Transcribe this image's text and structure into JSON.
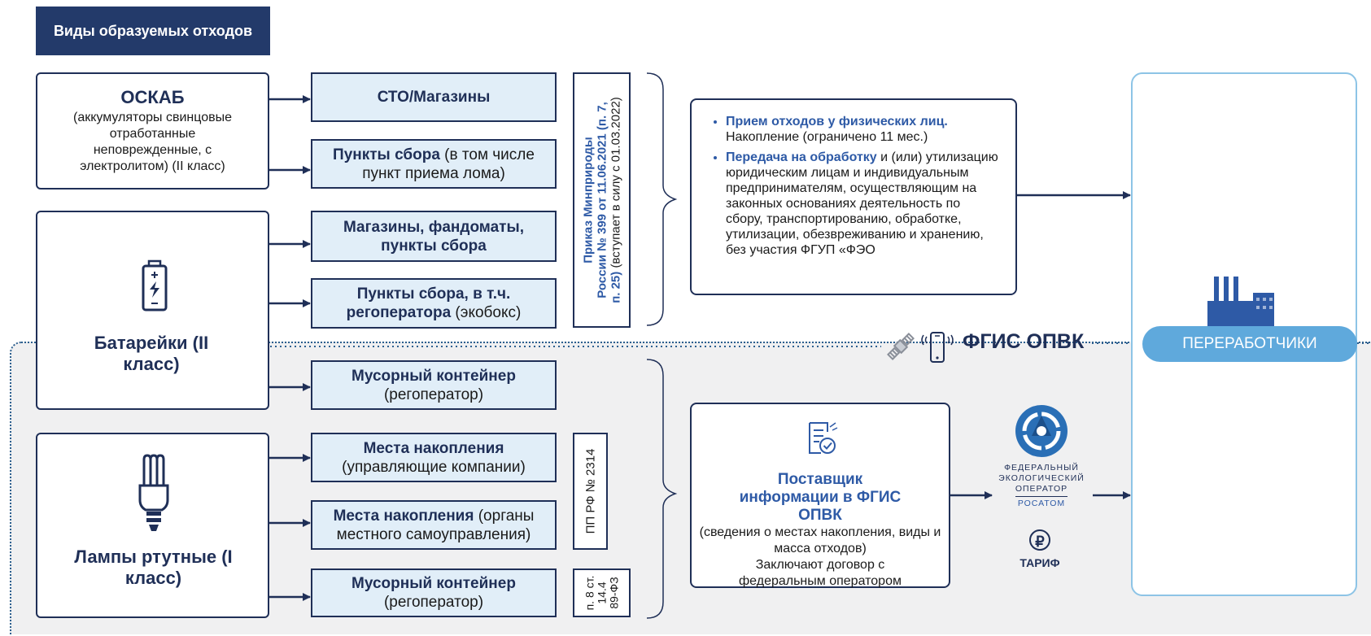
{
  "header": {
    "title": "Виды образуемых отходов"
  },
  "categories": [
    {
      "title": "ОСКАБ",
      "subtitle": "(аккумуляторы свинцовые отработанные неповрежденные, с электролитом) (II класс)"
    },
    {
      "title": "Батарейки (II класс)",
      "icon": "battery-icon"
    },
    {
      "title": "Лампы ртутные (I класс)",
      "icon": "lamp-icon"
    }
  ],
  "destinations": [
    {
      "bold": "СТО/Магазины",
      "normal": ""
    },
    {
      "bold": "Пункты сбора",
      "normal": " (в том числе пункт приема лома)"
    },
    {
      "bold": "Магазины, фандоматы, пункты сбора",
      "normal": ""
    },
    {
      "bold": "Пункты сбора, в т.ч. регоператора",
      "normal": " (экобокс)"
    },
    {
      "bold": "Мусорный контейнер",
      "normal": "(регоператор)"
    },
    {
      "bold": "Места накопления",
      "normal": "(управляющие компании)"
    },
    {
      "bold": "Места накопления",
      "normal": " (органы местного самоуправления)"
    },
    {
      "bold": "Мусорный контейнер",
      "normal": "(регоператор)"
    }
  ],
  "legal": {
    "order_line1_bold": "Приказ Минприроды",
    "order_line2_bold": "России № 399 от 11.06.2021 (п. 7,",
    "order_line3_bold": "п. 25)",
    "order_line3_normal": " (вступает в силу с 01.03.2022)",
    "pp": "ПП РФ № 2314",
    "fz_line1": "п. 8 ст.",
    "fz_line2": "14.4",
    "fz_line3": "89-ФЗ"
  },
  "info_upper": {
    "b1_bold": "Прием отходов у физических лиц.",
    "b1_text": "Накопление (ограничено 11 мес.)",
    "b2_bold": "Передача на обработку",
    "b2_text": " и (или) утилизацию юридическим лицам и индивидуальным предпринимателям, осуществляющим на законных основаниях деятельность по сбору, транспортированию, обработке, утилизации, обезвреживанию и хранению, без участия ФГУП «ФЭО"
  },
  "info_lower": {
    "title": "Поставщик информации в ФГИС ОПВК",
    "text1": "(сведения о местах накопления, виды и масса отходов)",
    "text2": "Заключают договор с федеральным оператором",
    "icon": "document-check-icon"
  },
  "fgis_label": "ФГИС ОПВК",
  "operator": {
    "line1": "ФЕДЕРАЛЬНЫЙ",
    "line2": "ЭКОЛОГИЧЕСКИЙ",
    "line3": "ОПЕРАТОР",
    "line4": "РОСАТОМ",
    "tariff": "ТАРИФ",
    "ruble": "₽"
  },
  "processor": {
    "label": "ПЕРЕРАБОТЧИКИ",
    "icon": "factory-icon"
  },
  "colors": {
    "navy": "#1f2f57",
    "header_bg": "#233a6a",
    "accent_blue": "#2e5aa6",
    "light_fill": "#e1eef8",
    "pill": "#5fa9dc",
    "zone": "#f0f0f1"
  }
}
